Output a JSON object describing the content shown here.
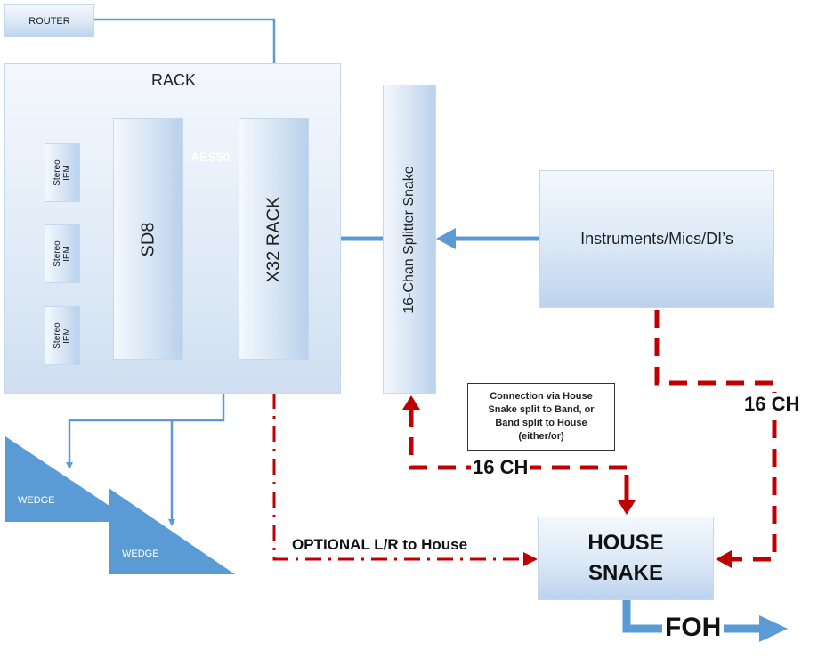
{
  "router": {
    "label": "ROUTER"
  },
  "rack": {
    "label": "RACK",
    "sd8_label": "SD8",
    "x32_label": "X32 RACK",
    "aes50_label": "AES50",
    "iem_labels": [
      [
        "Stereo",
        "IEM"
      ],
      [
        "Stereo",
        "IEM"
      ],
      [
        "Stereo",
        "IEM"
      ]
    ]
  },
  "splitter": {
    "label": "16-Chan Splitter Snake"
  },
  "instruments": {
    "label": "Instruments/Mics/DI’s"
  },
  "wedges": [
    {
      "label": "WEDGE"
    },
    {
      "label": "WEDGE"
    }
  ],
  "house_snake": {
    "line1": "HOUSE",
    "line2": "SNAKE"
  },
  "foh": {
    "label": "FOH"
  },
  "labels": {
    "ch_right": "16 CH",
    "ch_bottom": "16 CH",
    "optional": "OPTIONAL L/R to House"
  },
  "note": {
    "lines": [
      "Connection via House",
      "Snake split to Band, or",
      "Band split to House",
      "(either/or)"
    ]
  },
  "colors": {
    "blue_line": "#5b9bd5",
    "dark_blue": "#3f7fbf",
    "red_dash": "#c00000",
    "wedge_fill": "#5b9bd5"
  }
}
